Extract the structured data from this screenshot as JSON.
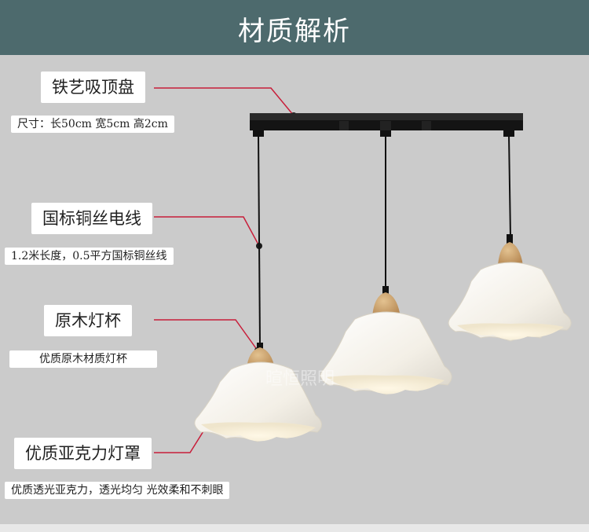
{
  "header": {
    "title": "材质解析"
  },
  "labels": {
    "canopy_title": "铁艺吸顶盘",
    "canopy_desc": "尺寸：长50cm 宽5cm 高2cm",
    "wire_title": "国标铜丝电线",
    "wire_desc": "1.2米长度，0.5平方国标铜丝线",
    "cup_title": "原木灯杯",
    "cup_desc": "优质原木材质灯杯",
    "shade_title": "优质亚克力灯罩",
    "shade_desc": "优质透光亚克力，透光均匀 光效柔和不刺眼"
  },
  "watermark": "暄恒照明",
  "colors": {
    "header_bg": "#4d6a6d",
    "callout_line": "#c81e3a",
    "canopy": "#1c1c1c",
    "wood": "#c9a06a",
    "shade": "#f7f3ea"
  }
}
